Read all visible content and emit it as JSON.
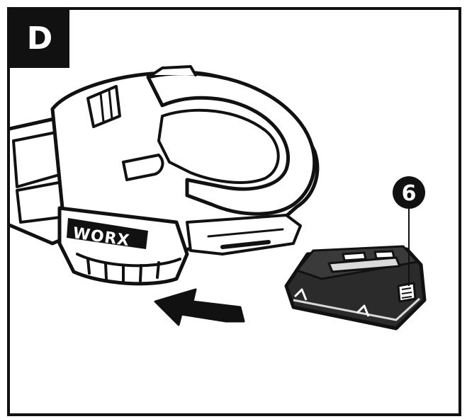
{
  "step_label": "D",
  "callout": {
    "number": "6",
    "target": "battery-pack"
  },
  "brand_logo": "WORX",
  "icons": {
    "insert_direction": "arrow-left-up-icon"
  },
  "colors": {
    "ink": "#111111",
    "paper": "#ffffff",
    "battery_fill": "#2b2b2b",
    "shade": "#d9d9d9"
  }
}
